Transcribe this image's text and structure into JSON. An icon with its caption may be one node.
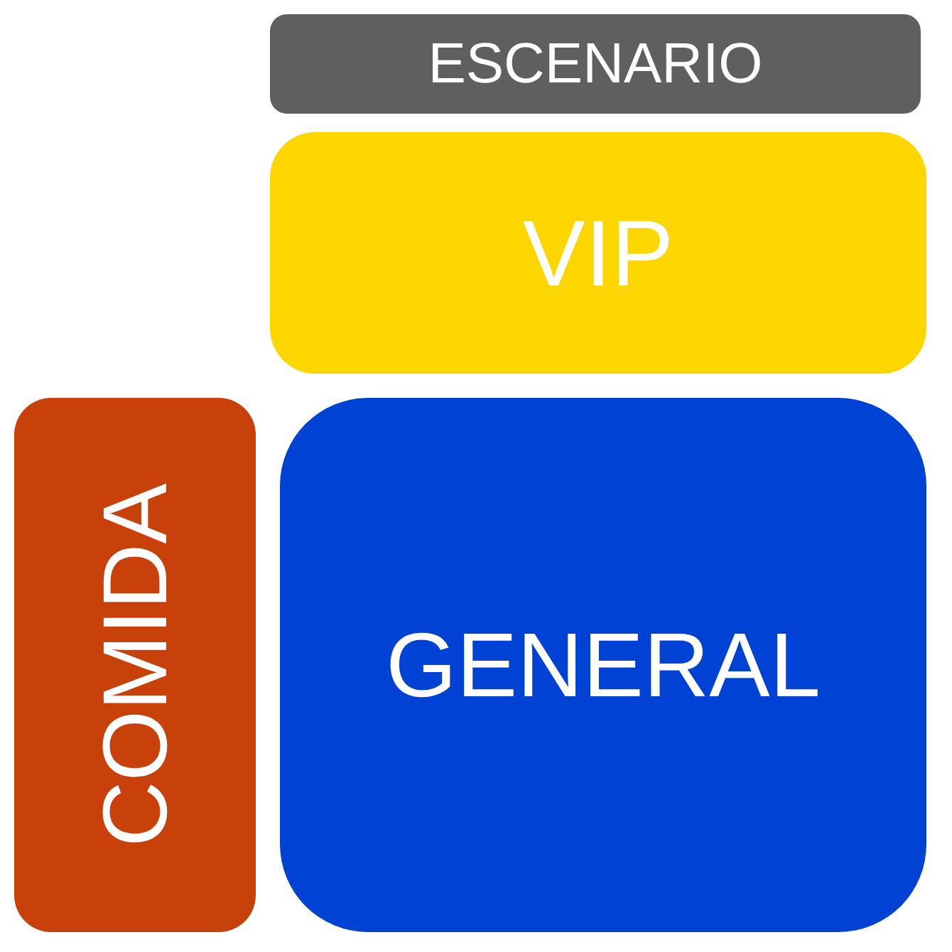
{
  "diagram": {
    "nodes": [
      {
        "text": [
          "ESCENARIO"
        ]
      },
      {
        "text": [
          "VIP"
        ]
      },
      {
        "text": [
          "COMIDA"
        ]
      },
      {
        "text": [
          "GENERAL"
        ]
      }
    ]
  }
}
